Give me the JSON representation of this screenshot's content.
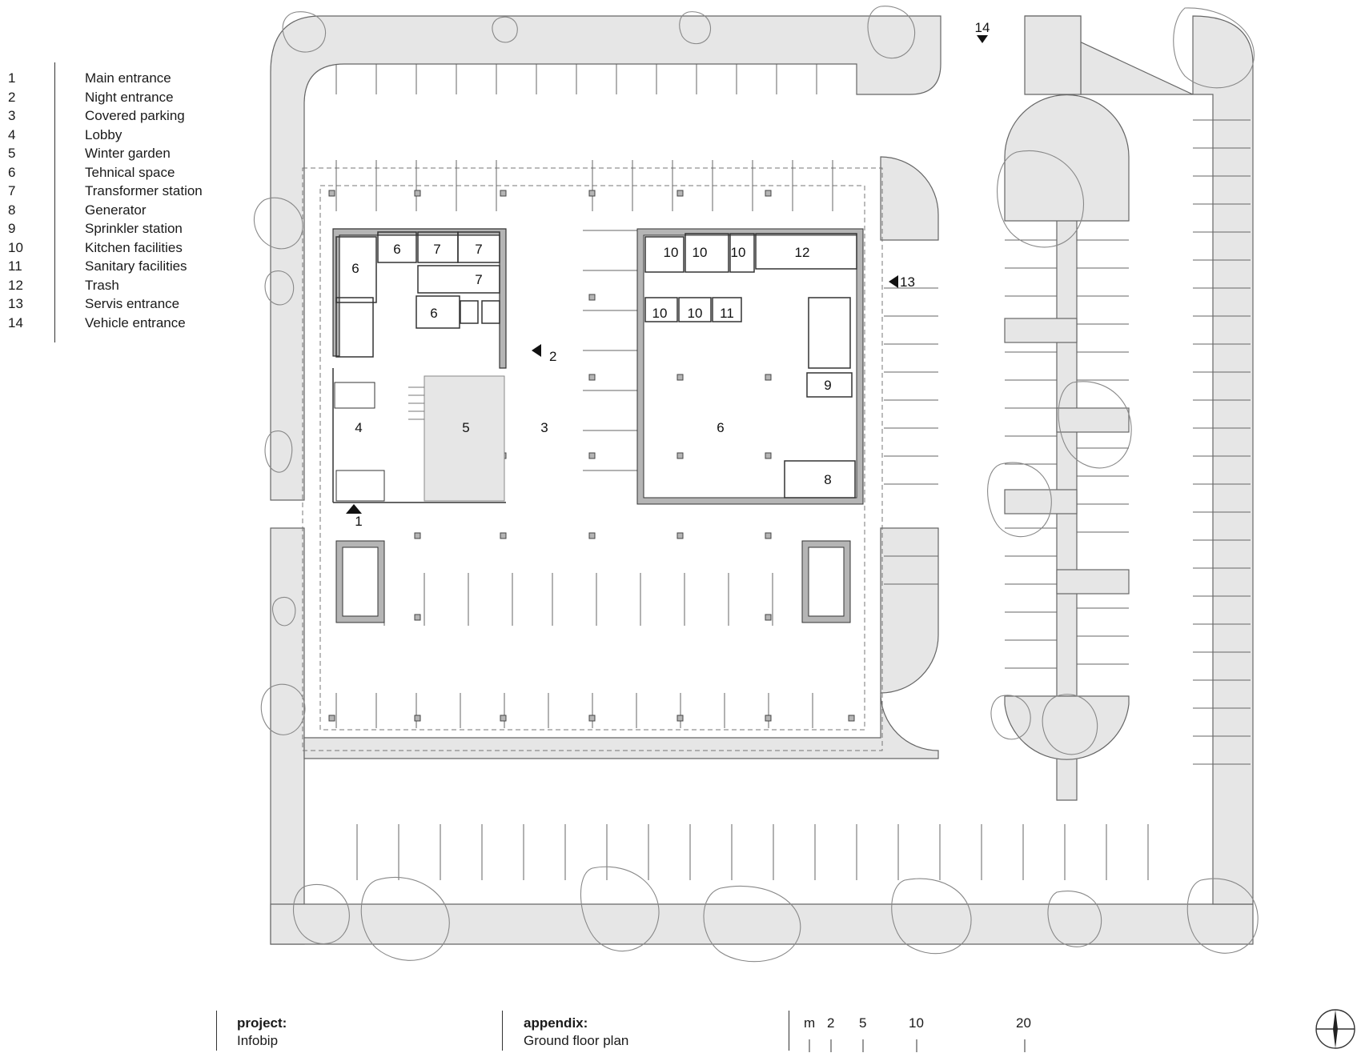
{
  "legend": {
    "items": [
      {
        "num": "1",
        "label": "Main entrance"
      },
      {
        "num": "2",
        "label": "Night entrance"
      },
      {
        "num": "3",
        "label": "Covered parking"
      },
      {
        "num": "4",
        "label": "Lobby"
      },
      {
        "num": "5",
        "label": "Winter garden"
      },
      {
        "num": "6",
        "label": "Tehnical space"
      },
      {
        "num": "7",
        "label": "Transformer station"
      },
      {
        "num": "8",
        "label": "Generator"
      },
      {
        "num": "9",
        "label": "Sprinkler station"
      },
      {
        "num": "10",
        "label": "Kitchen facilities"
      },
      {
        "num": "11",
        "label": "Sanitary facilities"
      },
      {
        "num": "12",
        "label": "Trash"
      },
      {
        "num": "13",
        "label": "Servis entrance"
      },
      {
        "num": "14",
        "label": "Vehicle entrance"
      }
    ]
  },
  "plan": {
    "room_labels": [
      "6",
      "6",
      "7",
      "7",
      "7",
      "6",
      "4",
      "5",
      "3",
      "1",
      "2",
      "10",
      "10",
      "10",
      "12",
      "10",
      "10",
      "11",
      "9",
      "6",
      "8",
      "13",
      "14"
    ]
  },
  "titleblock": {
    "project_heading": "project:",
    "project_value": "Infobip",
    "appendix_heading": "appendix:",
    "appendix_value": "Ground floor plan",
    "scale_labels": [
      "m",
      "2",
      "5",
      "10",
      "20"
    ]
  },
  "colors": {
    "landscape_fill": "#e6e6e6",
    "wall_fill": "#b5b5b5",
    "line": "#555555"
  }
}
